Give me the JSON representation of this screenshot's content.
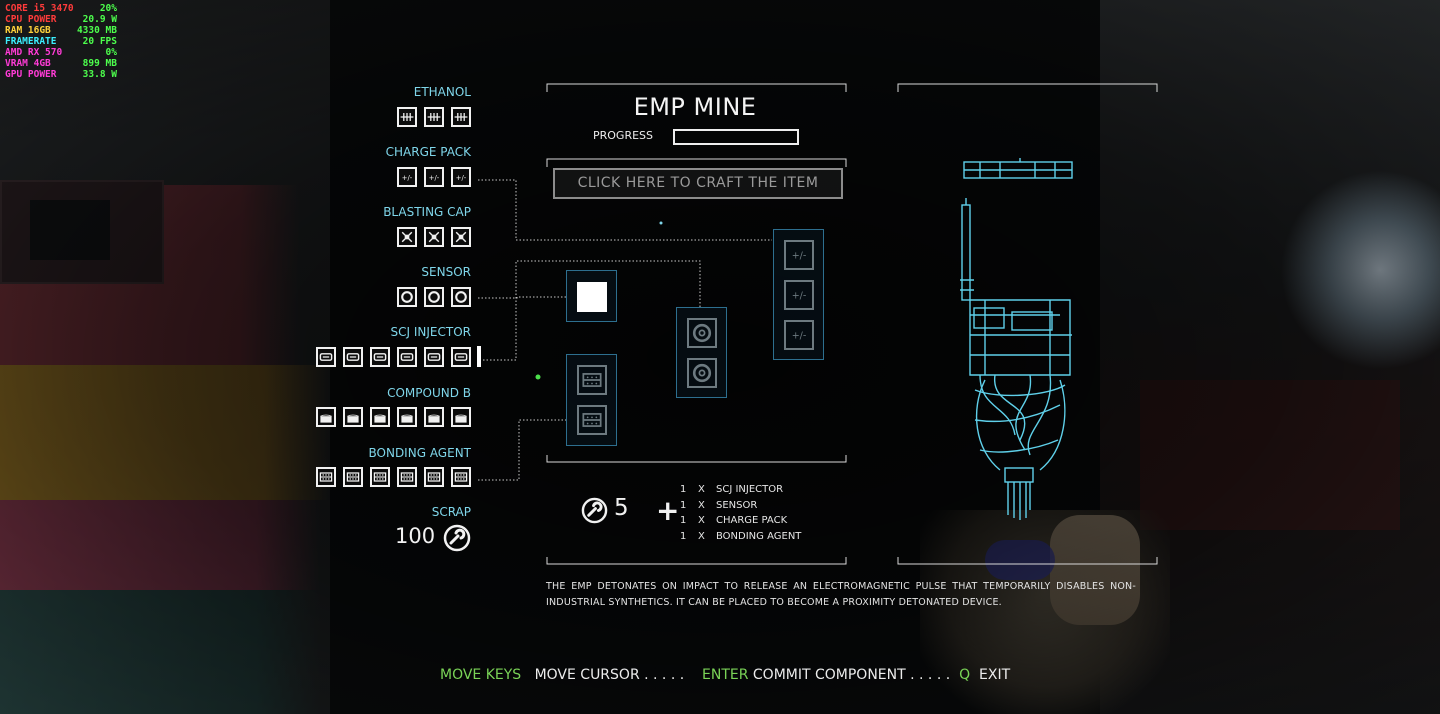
{
  "perf_overlay": [
    {
      "label": "CORE i5 3470",
      "value": "20%",
      "color": "#ff3b3b",
      "value_color": "#4dff4d"
    },
    {
      "label": "CPU POWER",
      "value": "20.9 W",
      "color": "#ff3b3b",
      "value_color": "#4dff4d"
    },
    {
      "label": "RAM 16GB",
      "value": "4330 MB",
      "color": "#ffd23b",
      "value_color": "#4dff4d"
    },
    {
      "label": "FRAMERATE",
      "value": "20 FPS",
      "color": "#3bf0ff",
      "value_color": "#4dff4d"
    },
    {
      "label": "AMD RX 570",
      "value": "0%",
      "color": "#ff3bd6",
      "value_color": "#4dff4d"
    },
    {
      "label": "VRAM 4GB",
      "value": "899 MB",
      "color": "#ff3bd6",
      "value_color": "#4dff4d"
    },
    {
      "label": "GPU POWER",
      "value": "33.8 W",
      "color": "#ff3bd6",
      "value_color": "#4dff4d"
    }
  ],
  "components": {
    "ethanol": {
      "label": "ETHANOL",
      "icon": "ethanol-icon",
      "count": 3
    },
    "charge_pack": {
      "label": "CHARGE PACK",
      "icon": "charge-pack-icon",
      "count": 3
    },
    "blasting_cap": {
      "label": "BLASTING CAP",
      "icon": "blasting-cap-icon",
      "count": 3
    },
    "sensor": {
      "label": "SENSOR",
      "icon": "sensor-icon",
      "count": 3
    },
    "scj_injector": {
      "label": "SCJ INJECTOR",
      "icon": "scj-injector-icon",
      "count": 6
    },
    "compound_b": {
      "label": "COMPOUND B",
      "icon": "compound-b-icon",
      "count": 6
    },
    "bonding_agent": {
      "label": "BONDING AGENT",
      "icon": "bonding-agent-icon",
      "count": 6
    }
  },
  "scrap": {
    "label": "SCRAP",
    "value": "100",
    "icon": "scrap-icon"
  },
  "item": {
    "title": "EMP MINE",
    "progress_label": "PROGRESS",
    "progress": 0,
    "craft_button": "CLICK HERE TO CRAFT THE ITEM",
    "scrap_cost": "5",
    "plus": "+",
    "recipe": [
      {
        "qty": "1",
        "x": "X",
        "name": "SCJ INJECTOR"
      },
      {
        "qty": "1",
        "x": "X",
        "name": "SENSOR"
      },
      {
        "qty": "1",
        "x": "X",
        "name": "CHARGE PACK"
      },
      {
        "qty": "1",
        "x": "X",
        "name": "BONDING AGENT"
      }
    ],
    "description": "THE EMP DETONATES ON IMPACT TO RELEASE AN ELECTROMAGNETIC PULSE THAT TEMPORARILY DISABLES NON-INDUSTRIAL SYNTHETICS. IT CAN BE PLACED TO BECOME A PROXIMITY DETONATED DEVICE."
  },
  "footer": {
    "move_keys": "MOVE KEYS",
    "move_cursor": "MOVE CURSOR . . . . .",
    "enter": "ENTER",
    "commit": "COMMIT COMPONENT . . . . .",
    "q": "Q",
    "exit": "EXIT"
  },
  "colors": {
    "accent": "#7fd6ea",
    "key": "#7ad357",
    "socket_border": "#2d6f8f",
    "schematic": "#5fd0ea"
  }
}
